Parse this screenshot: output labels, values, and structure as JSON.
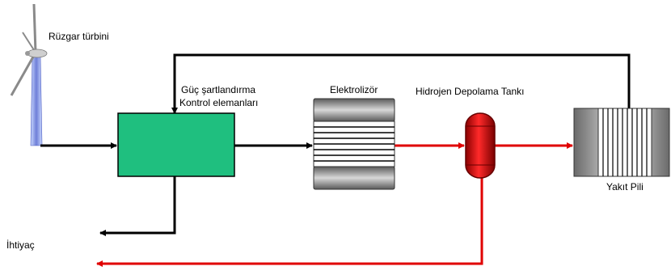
{
  "labels": {
    "wind_turbine": "Rüzgar türbini",
    "controller_line1": "Güç şartlandırma",
    "controller_line2": "Kontrol elemanları",
    "electrolyzer": "Elektrolizör",
    "hydrogen_tank": "Hidrojen Depolama Tankı",
    "fuel_cell": "Yakıt Pili",
    "demand": "İhtiyaç"
  },
  "colors": {
    "electric_line": "#000000",
    "hydrogen_line": "#e00000",
    "controller_fill": "#1fbf7f",
    "tank_fill": "#e00000",
    "electrolyzer_plate": "#ffffff",
    "metal": "#888888"
  },
  "icons": {
    "turbine": "wind-turbine-icon",
    "tank": "hydrogen-tank-icon",
    "fuel_cell": "fuel-cell-stack-icon",
    "electrolyzer": "electrolyzer-stack-icon"
  }
}
